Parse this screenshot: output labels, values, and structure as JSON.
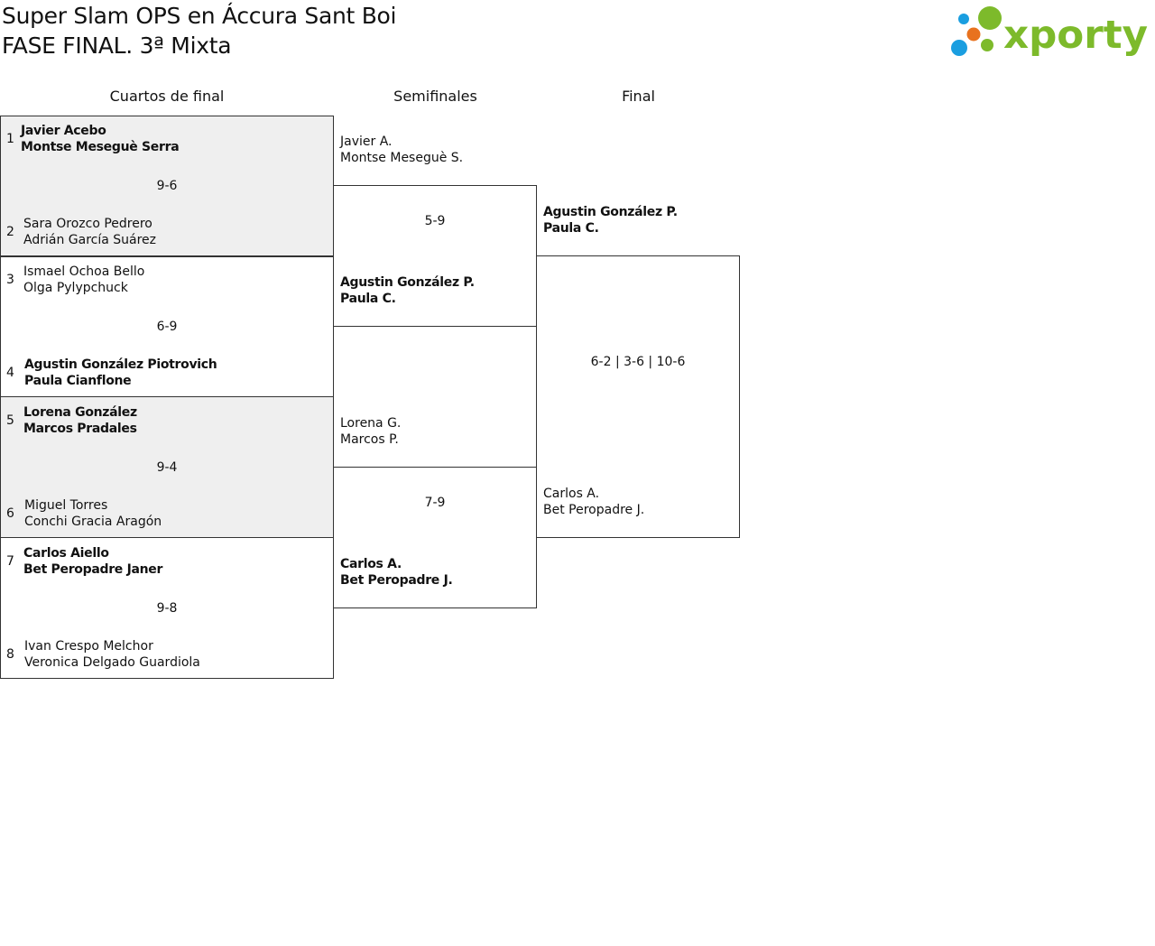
{
  "header": {
    "title": "Super Slam OPS en Áccura Sant Boi",
    "subtitle": "FASE FINAL. 3ª Mixta"
  },
  "logo": {
    "text": "xporty",
    "colors": {
      "green": "#7dba2b",
      "blue": "#1a9ee0",
      "orange": "#e8721e"
    }
  },
  "rounds": [
    "Cuartos de final",
    "Semifinales",
    "Final"
  ],
  "quarterfinals": [
    {
      "score": "9-6",
      "top": {
        "seed": "1",
        "players": [
          "Javier Acebo",
          "Montse Meseguè Serra"
        ],
        "winner": true
      },
      "bottom": {
        "seed": "2",
        "players": [
          "Sara Orozco Pedrero",
          "Adrián García Suárez"
        ],
        "winner": false
      }
    },
    {
      "score": "6-9",
      "top": {
        "seed": "3",
        "players": [
          "Ismael Ochoa Bello",
          "Olga Pylypchuck"
        ],
        "winner": false
      },
      "bottom": {
        "seed": "4",
        "players": [
          "Agustin González Piotrovich",
          "Paula Cianflone"
        ],
        "winner": true
      }
    },
    {
      "score": "9-4",
      "top": {
        "seed": "5",
        "players": [
          "Lorena González",
          "Marcos Pradales"
        ],
        "winner": true
      },
      "bottom": {
        "seed": "6",
        "players": [
          "Miguel Torres",
          "Conchi Gracia Aragón"
        ],
        "winner": false
      }
    },
    {
      "score": "9-8",
      "top": {
        "seed": "7",
        "players": [
          "Carlos Aiello",
          "Bet Peropadre Janer"
        ],
        "winner": true
      },
      "bottom": {
        "seed": "8",
        "players": [
          "Ivan Crespo Melchor",
          "Veronica Delgado Guardiola"
        ],
        "winner": false
      }
    }
  ],
  "semifinals": [
    {
      "score": "5-9",
      "top": {
        "players": [
          "Javier A.",
          "Montse Meseguè S."
        ],
        "winner": false
      },
      "bottom": {
        "players": [
          "Agustin González P.",
          "Paula C."
        ],
        "winner": true
      }
    },
    {
      "score": "7-9",
      "top": {
        "players": [
          "Lorena G.",
          "Marcos P."
        ],
        "winner": false
      },
      "bottom": {
        "players": [
          "Carlos A.",
          "Bet Peropadre J."
        ],
        "winner": true
      }
    }
  ],
  "final": {
    "score": "6-2 | 3-6 | 10-6",
    "top": {
      "players": [
        "Agustin González P.",
        "Paula C."
      ],
      "winner": true
    },
    "bottom": {
      "players": [
        "Carlos A.",
        "Bet Peropadre J."
      ],
      "winner": false
    }
  }
}
